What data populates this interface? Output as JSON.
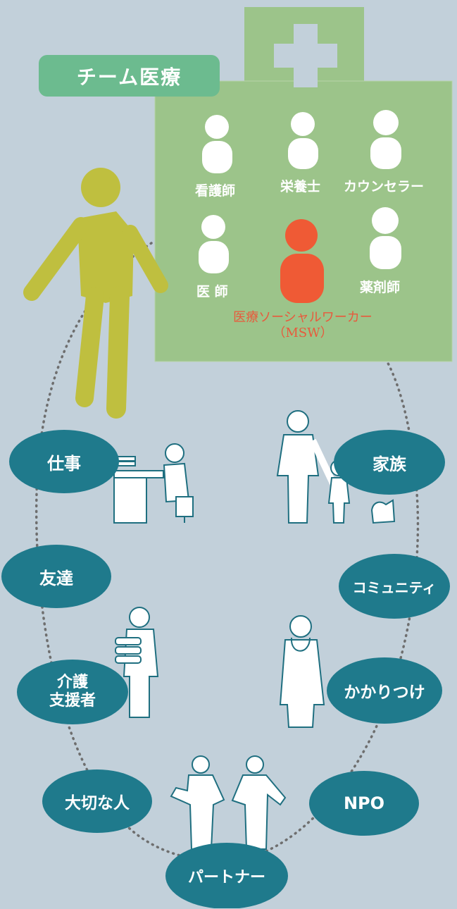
{
  "colors": {
    "background": "#c2d0da",
    "hospital_green": "#9cc48a",
    "badge_green": "#6cbb8f",
    "walker_yellow": "#bfbf3f",
    "ellipse_teal": "#1f7a8c",
    "msw_orange": "#ef5a35"
  },
  "team": {
    "title": "チーム医療",
    "members": {
      "nurse": "看護師",
      "dietitian": "栄養士",
      "counselor": "カウンセラー",
      "doctor": "医 師",
      "pharmacist": "薬剤師"
    },
    "msw_line1": "医療ソーシャルワーカー",
    "msw_line2": "（MSW）"
  },
  "network": {
    "work": "仕事",
    "family": "家族",
    "friend": "友達",
    "community": "コミュニティ",
    "care_support_line1": "介護",
    "care_support_line2": "支援者",
    "family_doctor": "かかりつけ",
    "important_person": "大切な人",
    "npo": "NPO",
    "partner": "パートナー"
  },
  "icons": [
    "hospital-cross-icon",
    "person-icon",
    "walking-person-icon",
    "desk-worker-icon",
    "parent-child-dog-icon",
    "caregiver-icon",
    "doctor-stethoscope-icon",
    "partners-holding-hands-icon"
  ]
}
